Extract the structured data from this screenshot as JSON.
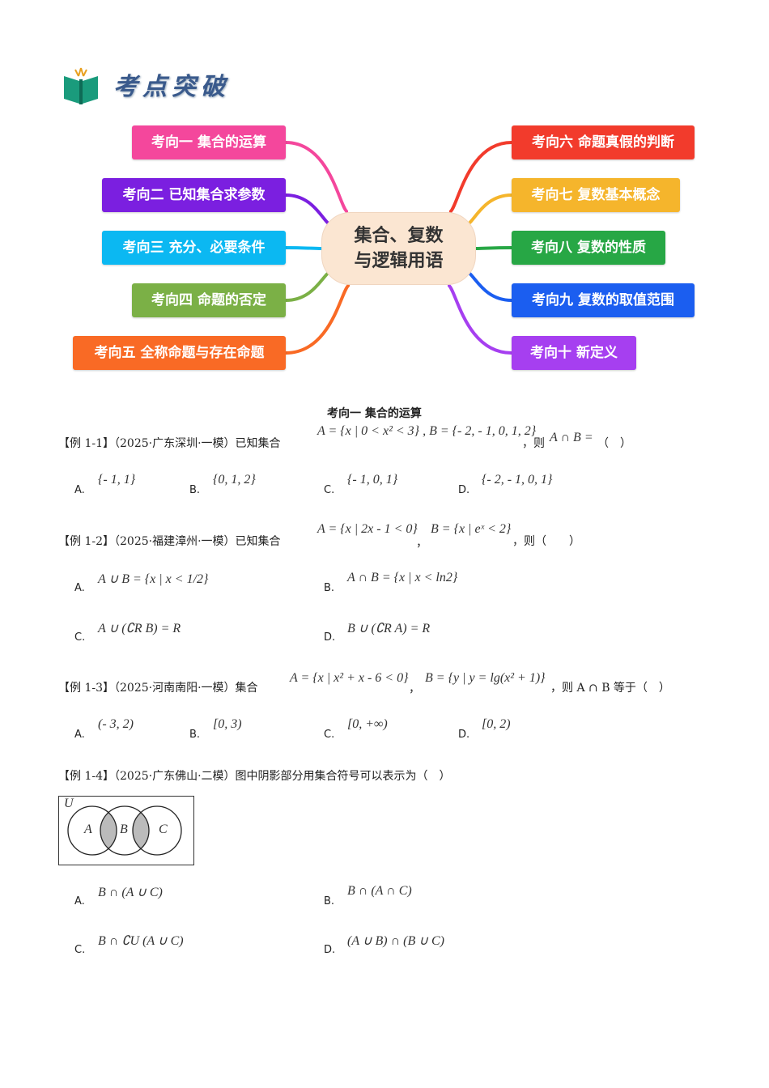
{
  "header": {
    "logo_icon": "open-book-icon",
    "title": "考点突破"
  },
  "mindmap": {
    "center": [
      "集合、复数",
      "与逻辑用语"
    ],
    "center_color": "#fbe6d2",
    "left": [
      {
        "label": "考向一 集合的运算",
        "color": "#f4479c"
      },
      {
        "label": "考向二 已知集合求参数",
        "color": "#7b1fe0"
      },
      {
        "label": "考向三 充分、必要条件",
        "color": "#0bb8f2"
      },
      {
        "label": "考向四 命题的否定",
        "color": "#7bb046"
      },
      {
        "label": "考向五 全称命题与存在命题",
        "color": "#f96a25"
      }
    ],
    "right": [
      {
        "label": "考向六 命题真假的判断",
        "color": "#f23b2c"
      },
      {
        "label": "考向七 复数基本概念",
        "color": "#f5b52c"
      },
      {
        "label": "考向八 复数的性质",
        "color": "#27a745"
      },
      {
        "label": "考向九 复数的取值范围",
        "color": "#1b5ef0"
      },
      {
        "label": "考向十 新定义",
        "color": "#a63ff0"
      }
    ]
  },
  "section_title": "考向一  集合的运算",
  "questions": [
    {
      "tag": "【例 1-1】",
      "src": "（2025·广东深圳·一模）已知集合",
      "math1": "A = {x | 0 < x² < 3} , B = {- 2, - 1, 0, 1, 2}",
      "mid": "，则",
      "math2": "A ∩ B =",
      "tail": "（　）",
      "options": [
        {
          "l": "A.",
          "v": "{- 1, 1}"
        },
        {
          "l": "B.",
          "v": "{0, 1, 2}"
        },
        {
          "l": "C.",
          "v": "{- 1, 0, 1}"
        },
        {
          "l": "D.",
          "v": "{- 2, - 1, 0, 1}"
        }
      ]
    },
    {
      "tag": "【例 1-2】",
      "src": "（2025·福建漳州·一模）已知集合",
      "math1": "A = {x | 2x - 1 < 0}",
      "mid": "，",
      "math2": "B = {x | eˣ < 2}",
      "tail": "，则（　　）",
      "options": [
        {
          "l": "A.",
          "v": "A ∪ B = {x | x < 1/2}"
        },
        {
          "l": "B.",
          "v": "A ∩ B = {x | x < ln2}"
        },
        {
          "l": "C.",
          "v": "A ∪ (∁R B) = R"
        },
        {
          "l": "D.",
          "v": "B ∪ (∁R A) = R"
        }
      ]
    },
    {
      "tag": "【例 1-3】",
      "src": "（2025·河南南阳·一模）集合",
      "math1": "A = {x | x² + x - 6 < 0}",
      "mid": "，",
      "math2": "B = {y | y = lg(x² + 1)}",
      "tail": "，则 A ∩ B 等于（　）",
      "options": [
        {
          "l": "A.",
          "v": "(- 3, 2)"
        },
        {
          "l": "B.",
          "v": "[0, 3)"
        },
        {
          "l": "C.",
          "v": "[0, +∞)"
        },
        {
          "l": "D.",
          "v": "[0, 2)"
        }
      ]
    },
    {
      "tag": "【例 1-4】",
      "src": "（2025·广东佛山·二模）图中阴影部分用集合符号可以表示为（　）",
      "venn": {
        "U": "U",
        "A": "A",
        "B": "B",
        "C": "C"
      },
      "options": [
        {
          "l": "A.",
          "v": "B ∩ (A ∪ C)"
        },
        {
          "l": "B.",
          "v": "B ∩ (A ∩ C)"
        },
        {
          "l": "C.",
          "v": "B ∩ ∁U (A ∪ C)"
        },
        {
          "l": "D.",
          "v": "(A ∪ B) ∩ (B ∪ C)"
        }
      ]
    }
  ]
}
